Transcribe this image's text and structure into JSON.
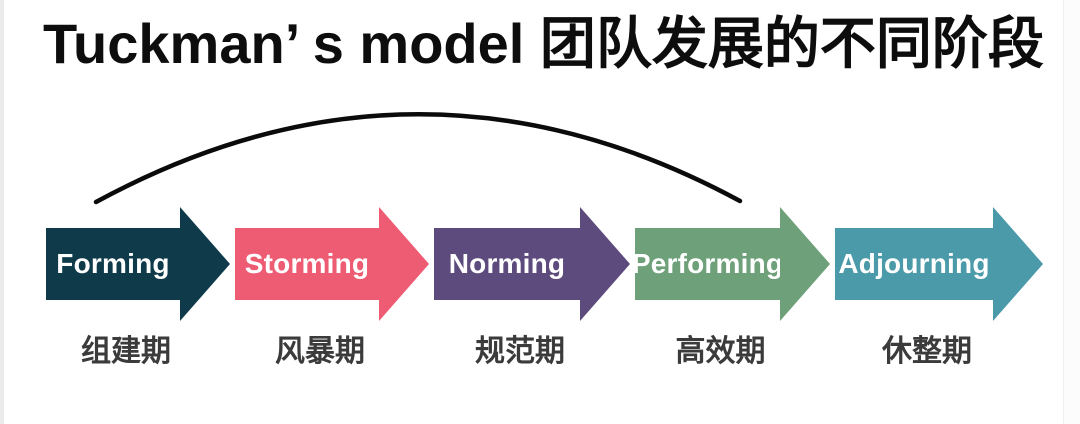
{
  "title": "Tuckman’ s model 团队发展的不同阶段",
  "colors": {
    "background": "#ffffff",
    "title_text": "#0d0d0d",
    "arc_stroke": "#0b0b0b",
    "arrow_label_text": "#ffffff",
    "zh_label_text": "#3b3b3b"
  },
  "stages": [
    {
      "label": "Forming",
      "zh_label": "组建期",
      "color": "#0e3a4a"
    },
    {
      "label": "Storming",
      "zh_label": "风暴期",
      "color": "#ee5c74"
    },
    {
      "label": "Norming",
      "zh_label": "规范期",
      "color": "#5e4b7d"
    },
    {
      "label": "Performing",
      "zh_label": "高效期",
      "color": "#6ea179"
    },
    {
      "label": "Adjourning",
      "zh_label": "休整期",
      "color": "#4b9aa9"
    }
  ]
}
